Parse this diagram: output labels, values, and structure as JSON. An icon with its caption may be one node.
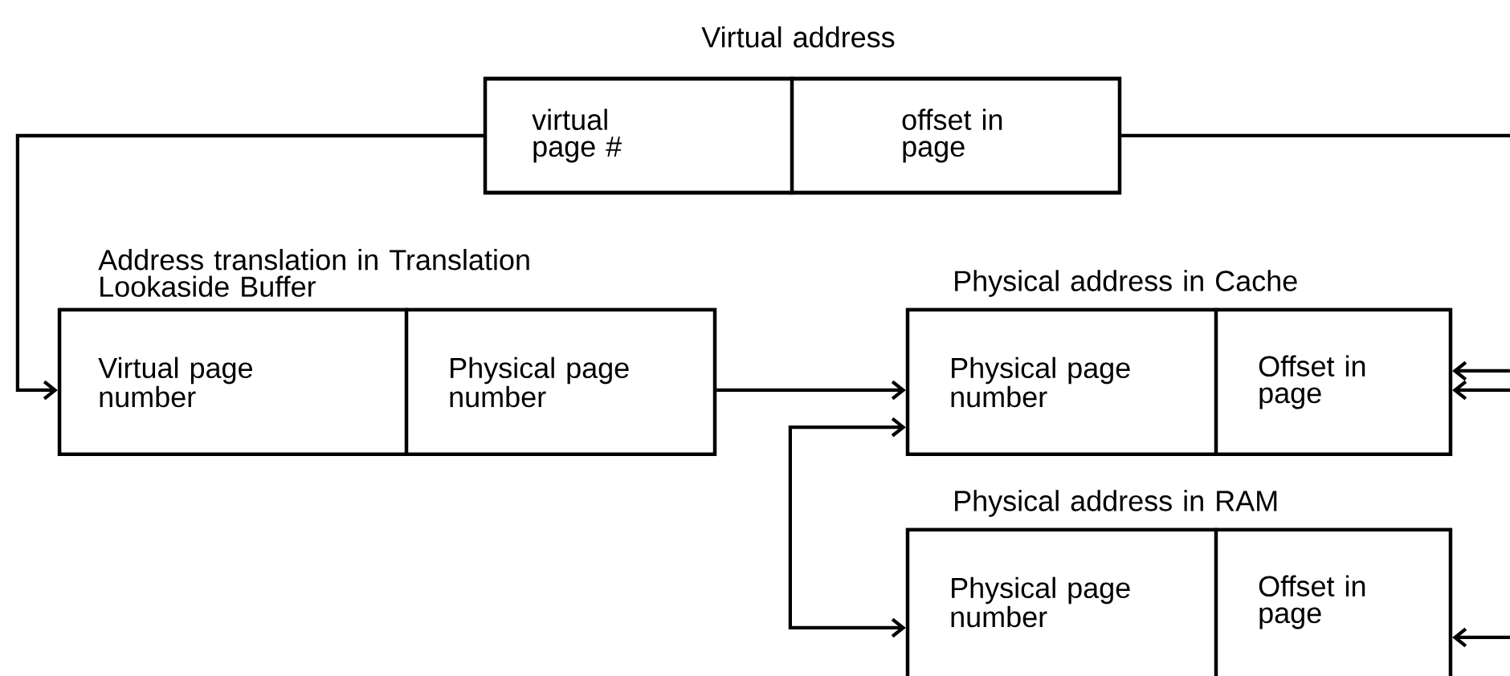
{
  "diagram": {
    "nodes": [
      {
        "text": [
          "Virtual address"
        ]
      },
      {
        "text": [
          "virtual page #"
        ],
        "in": 0
      },
      {
        "text": [
          "offset in page"
        ],
        "in": 0
      },
      {
        "text": [
          "Address translation in Translation Lookaside Buffer"
        ]
      },
      {
        "text": [
          "Virtual page number"
        ],
        "in": 3
      },
      {
        "text": [
          "Physical page number"
        ],
        "in": 3
      },
      {
        "text": [
          "Physical address in Cache"
        ]
      },
      {
        "text": [
          "Physical page number"
        ],
        "in": 6
      },
      {
        "text": [
          "Offset in page"
        ],
        "in": 6
      },
      {
        "text": [
          "Physical address in RAM"
        ]
      },
      {
        "text": [
          "Physical page number"
        ],
        "in": 9
      },
      {
        "text": [
          "Offset in page"
        ],
        "in": 9
      }
    ],
    "edges": [
      {
        "from": 1,
        "to": 4,
        "arrow": "to"
      },
      {
        "from": 2,
        "to": null,
        "arrow": "none"
      },
      {
        "from": 5,
        "to": 7,
        "arrow": "to"
      },
      {
        "from": 7,
        "to": 10,
        "arrow": "both"
      },
      {
        "from": null,
        "to": 8,
        "arrow": "to"
      },
      {
        "from": null,
        "to": 8,
        "arrow": "to"
      },
      {
        "from": null,
        "to": 11,
        "arrow": "to"
      }
    ]
  }
}
